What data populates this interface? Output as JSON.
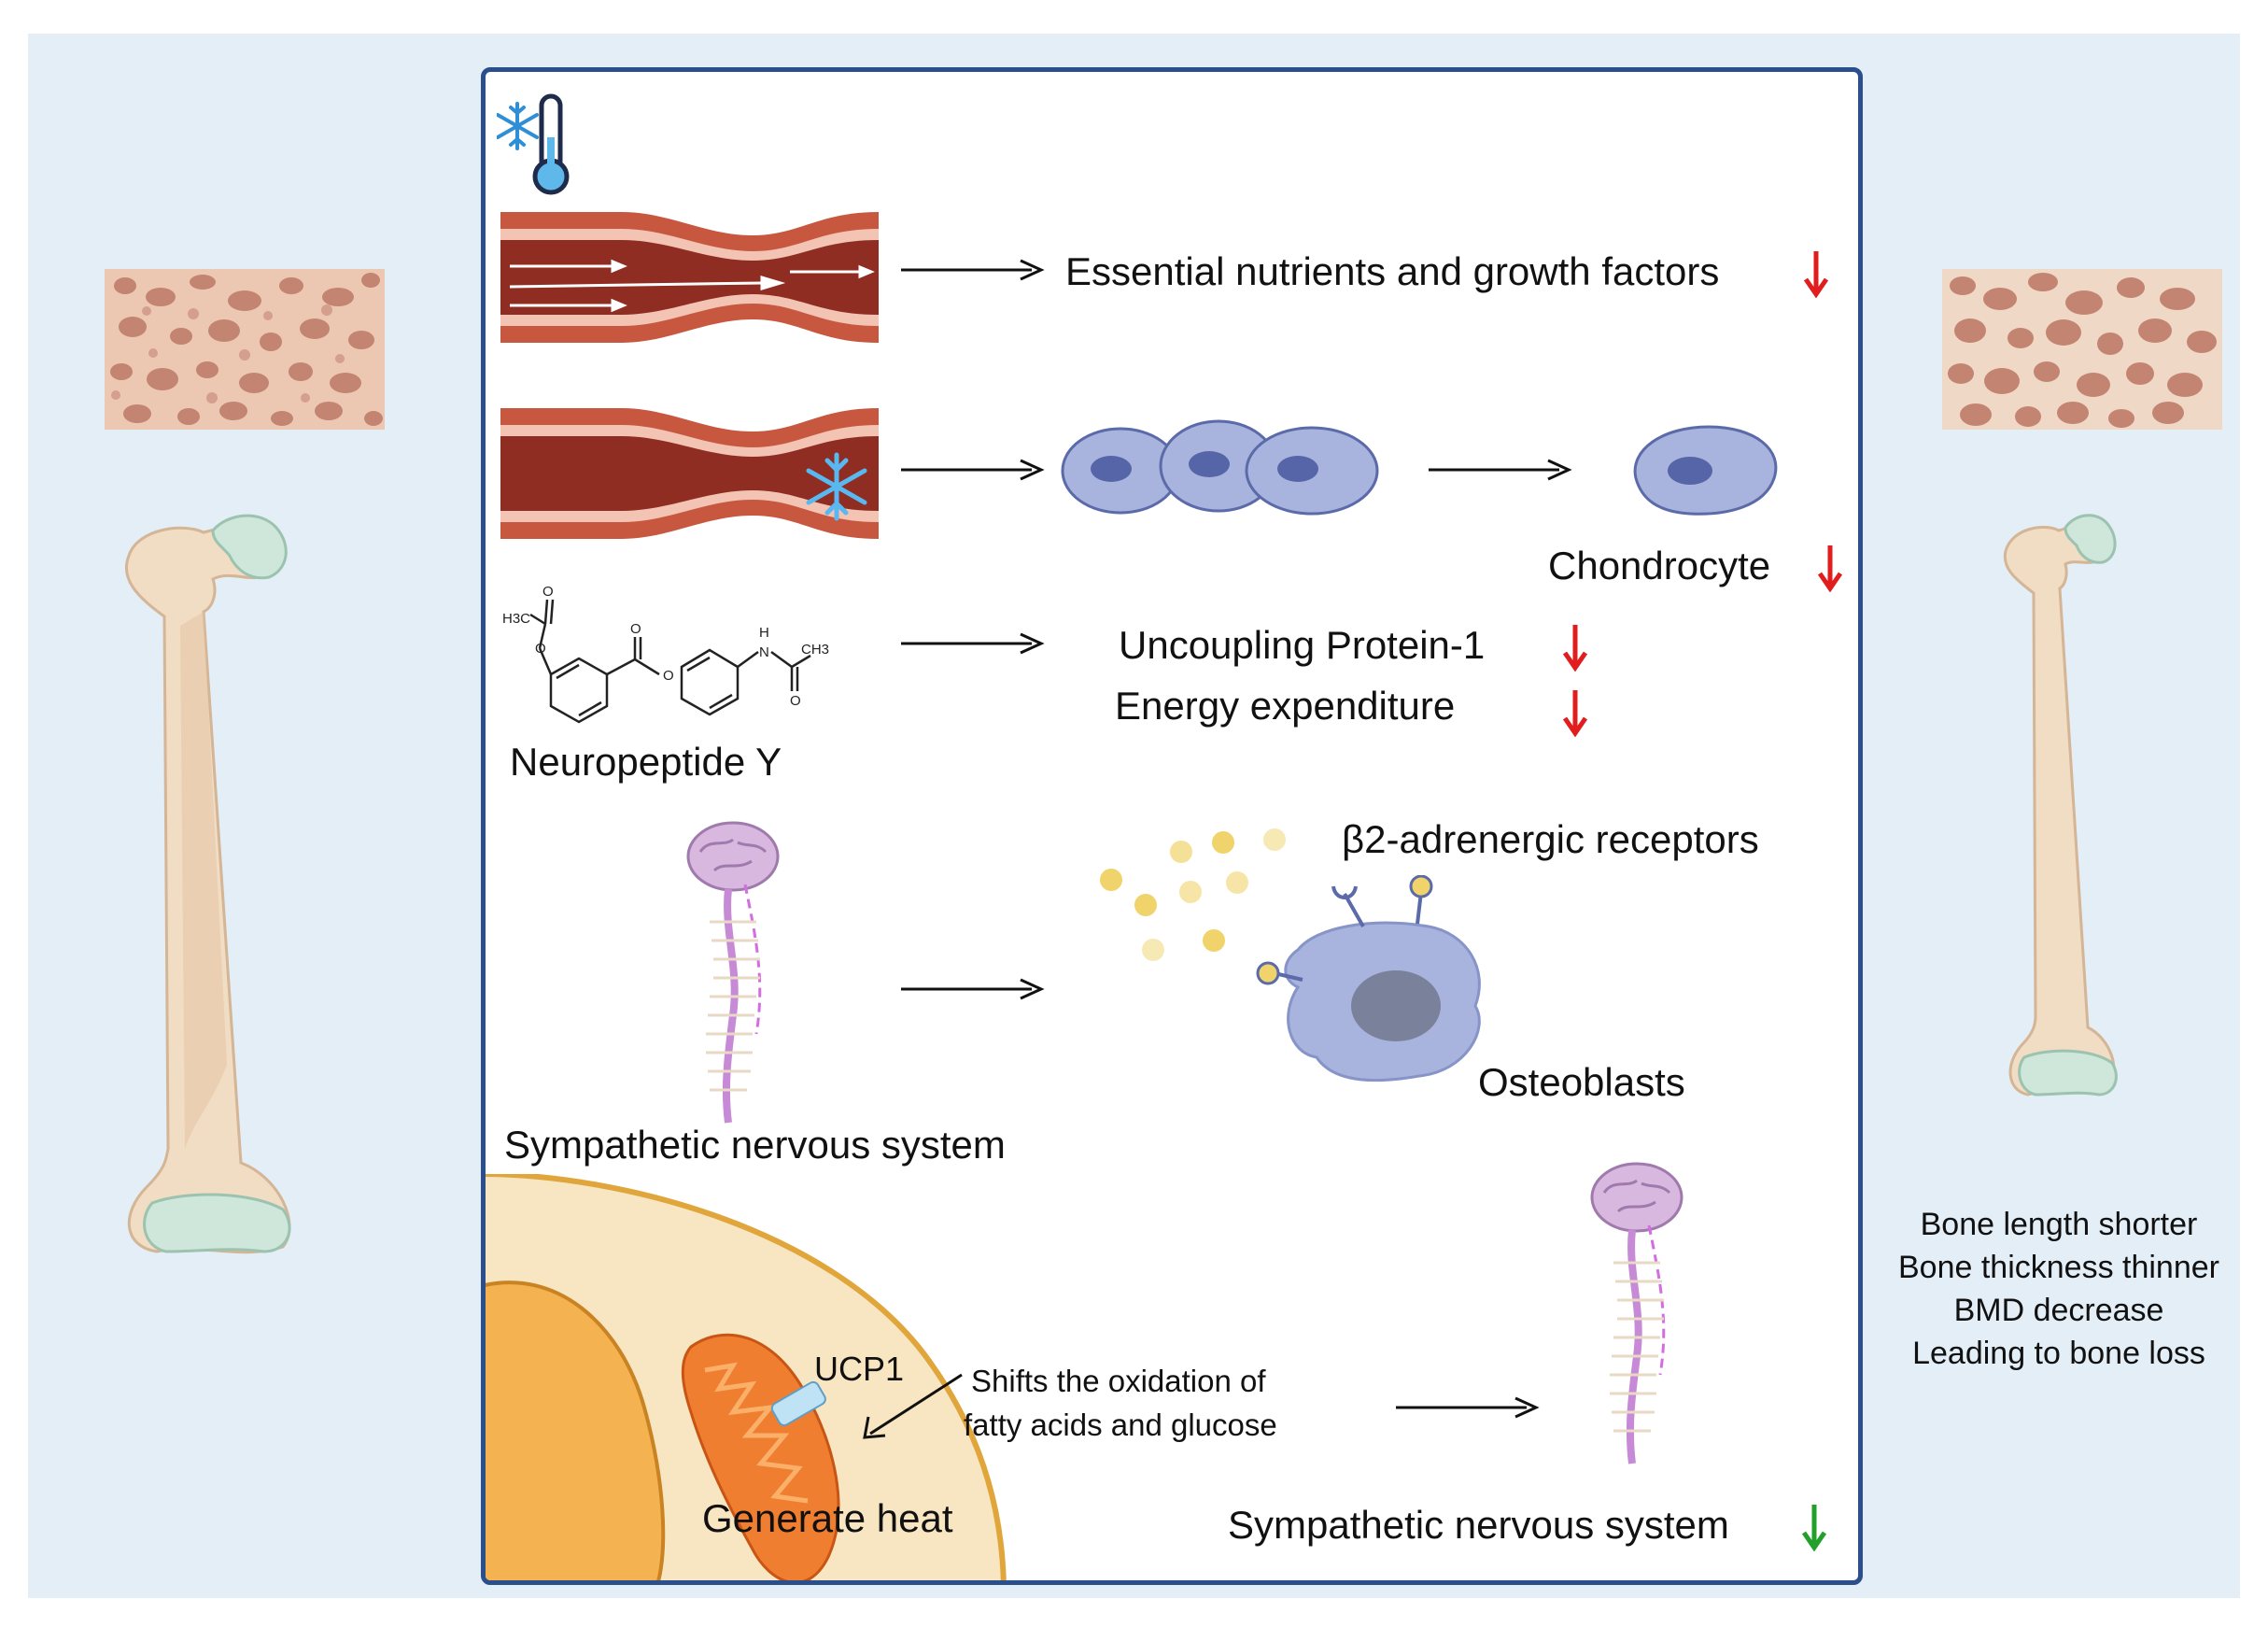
{
  "colors": {
    "frame": "#2b4e8c",
    "background": "#e3eef7",
    "bone": "#f1dcc4",
    "cartilage": "#cfe6db",
    "down_red": "#e11d1d",
    "down_green": "#22a02a",
    "vessel": "#c8573f",
    "cell": "#a8b4de"
  },
  "icons": [
    "snowflake-icon",
    "thermometer-icon",
    "blood-vessel-icon",
    "cell-icon",
    "brain-spinal-cord-icon",
    "mitochondrion-icon",
    "molecule-icon",
    "down-arrow-icon"
  ],
  "rows": {
    "nutrients": {
      "label": "Essential nutrients and growth factors"
    },
    "chondrocyte": {
      "label": "Chondrocyte"
    },
    "npy": {
      "source": "Neuropeptide Y",
      "ucp1": "Uncoupling Protein-1",
      "energy": "Energy expenditure"
    },
    "sns": {
      "source": "Sympathetic nervous system",
      "receptors": "β2-adrenergic receptors",
      "target": "Osteoblasts"
    },
    "heat": {
      "ucp1": "UCP1",
      "shift_line1": "Shifts the oxidation of",
      "shift_line2": "fatty acids and glucose",
      "generate": "Generate heat",
      "result": "Sympathetic nervous system"
    }
  },
  "molecule_labels": {
    "h3c": "H3C",
    "nh": "H",
    "n": "N",
    "ch3": "CH3",
    "o1": "O",
    "o2": "O",
    "o3": "O",
    "o4": "O"
  },
  "outcomes": [
    "Bone length shorter",
    "Bone thickness  thinner",
    "BMD  decrease",
    "Leading to bone loss"
  ]
}
